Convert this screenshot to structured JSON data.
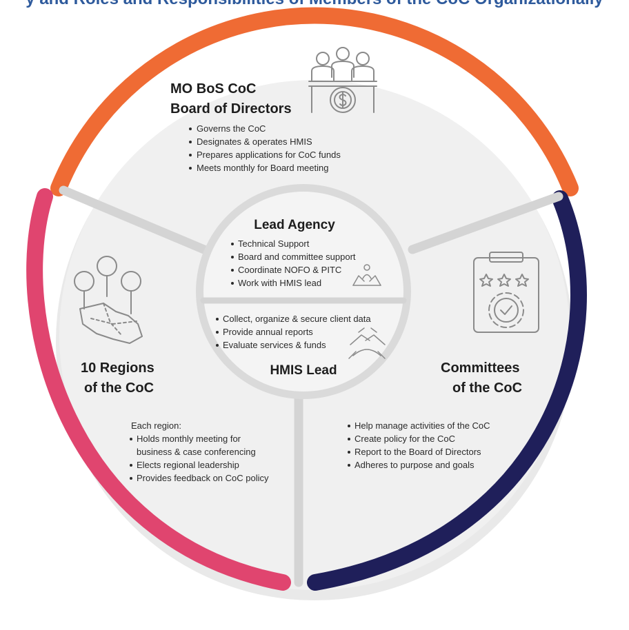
{
  "header": {
    "text": "y and Roles and Responsibilities of Members of the CoC Organizationally"
  },
  "colors": {
    "orange": "#ef6b34",
    "pink": "#e0456f",
    "navy": "#1f1f5a",
    "header_blue": "#2e5a9c",
    "panel": "#f0f0f0",
    "divider": "#d4d4d4"
  },
  "top": {
    "title_lines": [
      "MO BoS CoC",
      "Board of Directors"
    ],
    "bullets": [
      "Governs the CoC",
      "Designates & operates HMIS",
      "Prepares applications for CoC funds",
      "Meets monthly for Board meeting"
    ],
    "icon": "board-meeting-dollar-icon"
  },
  "left": {
    "title_lines": [
      "10 Regions",
      "of the CoC"
    ],
    "intro": "Each region:",
    "bullets": [
      "Holds monthly meeting for",
      "business & case conferencing",
      "Elects regional leadership",
      "Provides feedback on CoC policy"
    ],
    "icon": "region-map-pins-icon"
  },
  "right": {
    "title_lines": [
      "Committees",
      "of the CoC"
    ],
    "bullets": [
      "Help manage activities of the CoC",
      "Create policy for the CoC",
      "Report to the Board of Directors",
      "Adheres to purpose and goals"
    ],
    "icon": "clipboard-rating-gear-icon"
  },
  "center_top": {
    "title": "Lead Agency",
    "bullets": [
      "Technical Support",
      "Board and committee support",
      "Coordinate NOFO & PITC",
      "Work with HMIS lead"
    ],
    "icon": "support-hands-icon"
  },
  "center_bottom": {
    "title": "HMIS Lead",
    "bullets": [
      "Collect, organize & secure client data",
      "Provide annual reports",
      "Evaluate services & funds"
    ],
    "icon": "teamwork-hands-icon"
  }
}
